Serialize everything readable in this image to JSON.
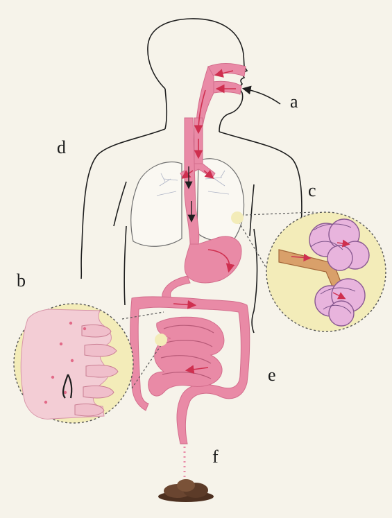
{
  "labels": {
    "a": "a",
    "b": "b",
    "c": "c",
    "d": "d",
    "e": "e",
    "f": "f"
  },
  "colors": {
    "background": "#f6f3ea",
    "outline": "#1e1e1e",
    "tract": "#e98aa6",
    "tract_dark": "#d36d8c",
    "arrow": "#cf2f4f",
    "inset_fill": "#f3ecb9",
    "alveolus": "#e8b4dd",
    "bronchiole": "#d9a06a",
    "lung_outline": "#6f6f6f",
    "feces": "#6a4530"
  },
  "icons": {
    "air_arrow": "arrow-icon",
    "lung_inset": "alveoli-inset",
    "intestine_inset": "villi-inset",
    "feces": "feces-icon"
  }
}
